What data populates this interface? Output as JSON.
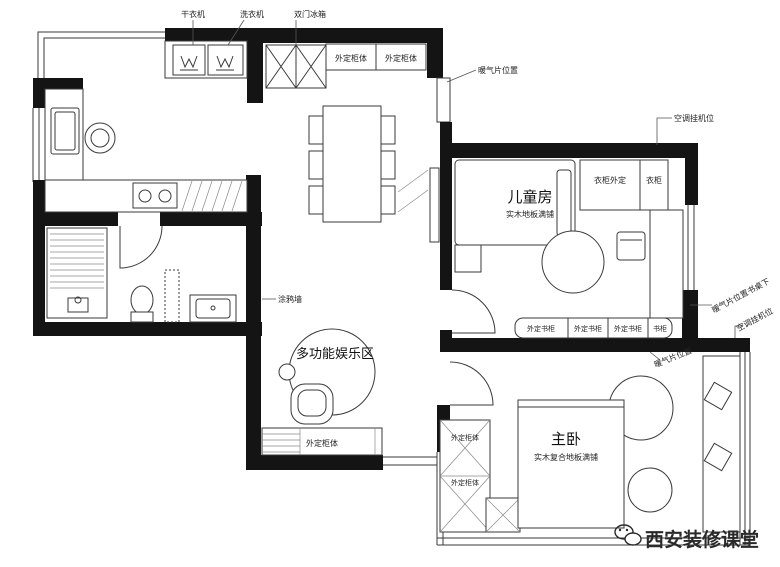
{
  "plan": {
    "laundry": {
      "dryer_label": "干衣机",
      "washer_label": "洗衣机"
    },
    "fridge_label": "双门冰箱",
    "top_cabinets": [
      "外定柜体",
      "外定柜体"
    ],
    "radiator_dining": "暖气片位置",
    "ac_kids": "空调挂机位",
    "kids_room": {
      "name": "儿童房",
      "floor": "实木地板满铺",
      "wardrobe_custom": "衣柜外定",
      "wardrobe": "衣柜",
      "bookcases": [
        "外定书柜",
        "外定书柜",
        "外定书柜",
        "书柜"
      ]
    },
    "radiator_desk": "暖气片位置书桌下",
    "ac_master": "空调挂机位",
    "radiator_master": "暖气片位置",
    "graffiti_wall": "涂鸦墙",
    "play_area": "多功能娱乐区",
    "bottom_cabinet": "外定柜体",
    "master": {
      "name": "主卧",
      "floor": "实木复合地板满铺",
      "cabinets": [
        "外定柜体",
        "外定柜体"
      ]
    }
  },
  "watermark": "西安装修课堂",
  "icons": {
    "dryer": "dryer-icon",
    "washer": "washer-icon",
    "watermark": "wechat-icon"
  },
  "colors": {
    "wall": "#141414",
    "line": "#3a3a3a",
    "background": "#ffffff"
  }
}
